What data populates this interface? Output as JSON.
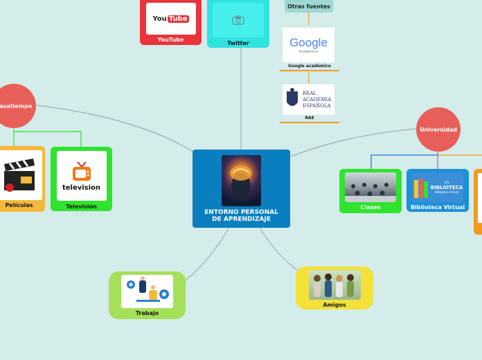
{
  "central": {
    "line1": "ENTORNO PERSONAL",
    "line2": "DE APRENDIZAJE",
    "image_icon": "brain-head-icon"
  },
  "youtube": {
    "label": "YouTube",
    "logo_text": "You",
    "logo_box_text": "Tube"
  },
  "twitter": {
    "label": "Twitter",
    "icon": "camera-icon"
  },
  "otras_fuentes": {
    "label": "Otras fuentes",
    "google": {
      "logo_text": "Google",
      "logo_sub": "Académico",
      "label": "Google académico"
    },
    "rae": {
      "logo_l1": "REAL",
      "logo_l2": "ACADEMIA",
      "logo_l3": "ESPAÑOLA",
      "label": "RAE"
    }
  },
  "pasatiempo": {
    "label": "Pasatiempo",
    "peliculas": {
      "label": "Películas",
      "icon": "clapperboard-icon"
    },
    "television": {
      "label": "Televisión",
      "logo_text": "television",
      "icon": "tv-icon"
    }
  },
  "universidad": {
    "label": "Universidad",
    "clases": {
      "label": "Clases",
      "icon": "classroom-photo"
    },
    "biblioteca": {
      "label": "Biblioteca Virtual",
      "logo_l1": "LA",
      "logo_l2": "BIBLIOTECA",
      "logo_l3": "Biblioteca Virtual"
    }
  },
  "trabajo": {
    "label": "Trabajo",
    "icon": "teamwork-illustration"
  },
  "amigos": {
    "label": "Amigos",
    "icon": "friends-photo"
  },
  "colors": {
    "background": "#d4ecea",
    "central": "#0a7fc0",
    "topic_circle": "#e85f5a",
    "youtube": "#e8343a",
    "twitter": "#2fe3e0",
    "peliculas": "#f4b93a",
    "television": "#2fe32f",
    "universidad_child": "#2fe32f",
    "biblioteca": "#1e90d8",
    "trabajo": "#a5e05a",
    "amigos": "#f4e23a",
    "otras": "#9dd8d4",
    "otras_line": "#f39a1e"
  }
}
